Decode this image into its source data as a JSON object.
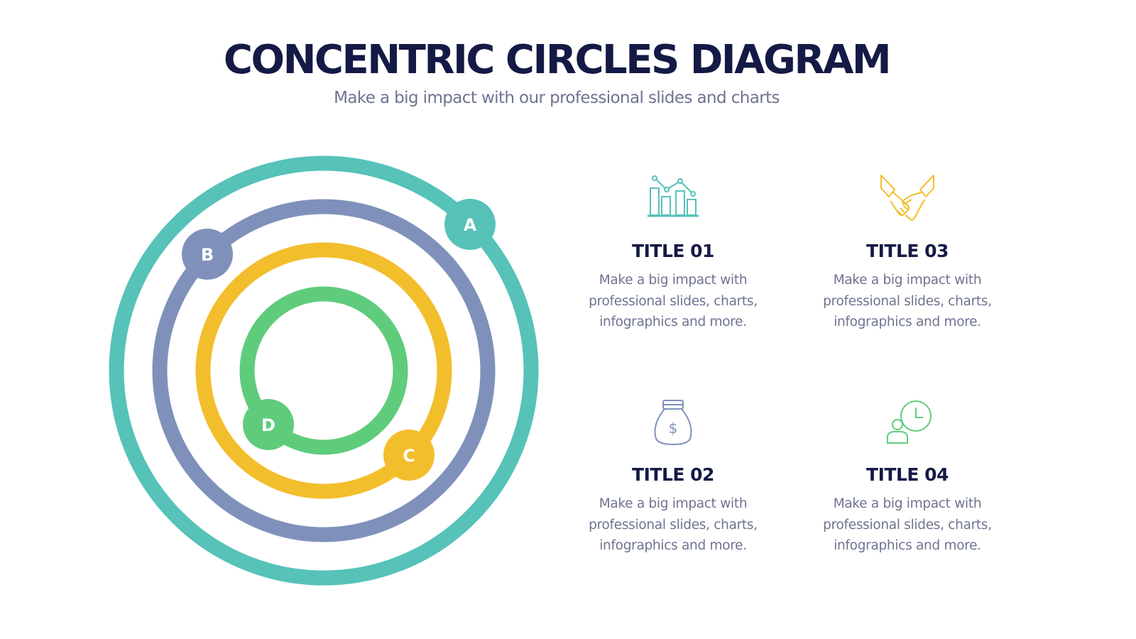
{
  "header": {
    "title": "CONCENTRIC CIRCLES DIAGRAM",
    "subtitle": "Make a big impact with our professional slides and charts"
  },
  "colors": {
    "teal": "#56c2b8",
    "purple": "#7f91bb",
    "yellow": "#f3be2c",
    "green": "#5fcc7c",
    "navy": "#141a45",
    "gray": "#6e7390"
  },
  "circles": [
    {
      "label": "A",
      "color": "#56c2b8"
    },
    {
      "label": "B",
      "color": "#7f91bb"
    },
    {
      "label": "C",
      "color": "#f3be2c"
    },
    {
      "label": "D",
      "color": "#5fcc7c"
    }
  ],
  "cards": [
    {
      "title": "TITLE 01",
      "icon": "bar-chart-icon",
      "lines": [
        "Make a big impact with",
        "professional slides, charts,",
        "infographics and more."
      ]
    },
    {
      "title": "TITLE 02",
      "icon": "money-bag-icon",
      "lines": [
        "Make a big impact with",
        "professional slides, charts,",
        "infographics and more."
      ]
    },
    {
      "title": "TITLE 03",
      "icon": "handshake-icon",
      "lines": [
        "Make a big impact with",
        "professional slides, charts,",
        "infographics and more."
      ]
    },
    {
      "title": "TITLE 04",
      "icon": "person-clock-icon",
      "lines": [
        "Make a big impact with",
        "professional slides, charts,",
        "infographics and more."
      ]
    }
  ]
}
